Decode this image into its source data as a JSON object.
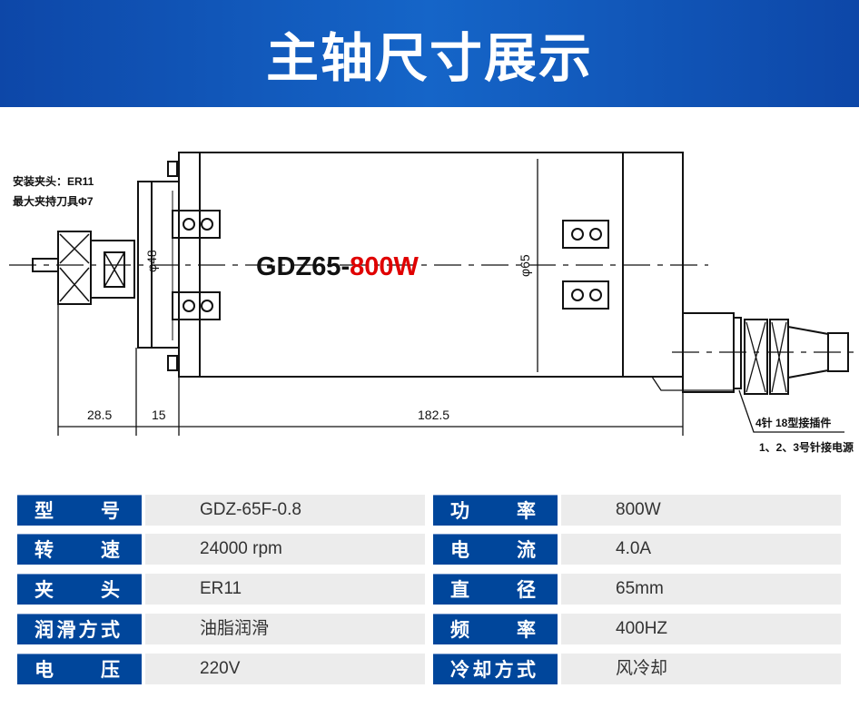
{
  "header": {
    "title": "主轴尺寸展示"
  },
  "drawing": {
    "model_name_black": "GDZ65-",
    "model_name_red": "800W",
    "note_collet": "安装夹头：ER11",
    "note_tool": "最大夹持刀具Φ7",
    "dia_flange": "φ48",
    "dia_body": "φ65",
    "dim_1": "28.5",
    "dim_2": "15",
    "dim_3": "182.5",
    "note_connector": "4针 18型接插件",
    "note_pins": "1、2、3号针接电源",
    "accent_red": "#e00000"
  },
  "specs": {
    "left": [
      {
        "label": "型号",
        "value": "GDZ-65F-0.8"
      },
      {
        "label": "转速",
        "value": "24000 rpm"
      },
      {
        "label": "夹头",
        "value": "ER11"
      },
      {
        "label": "润滑方式",
        "value": "油脂润滑"
      },
      {
        "label": "电压",
        "value": "220V"
      }
    ],
    "right": [
      {
        "label": "功率",
        "value": "800W"
      },
      {
        "label": "电流",
        "value": "4.0A"
      },
      {
        "label": "直径",
        "value": "65mm"
      },
      {
        "label": "频率",
        "value": "400HZ"
      },
      {
        "label": "冷却方式",
        "value": "风冷却"
      }
    ]
  }
}
